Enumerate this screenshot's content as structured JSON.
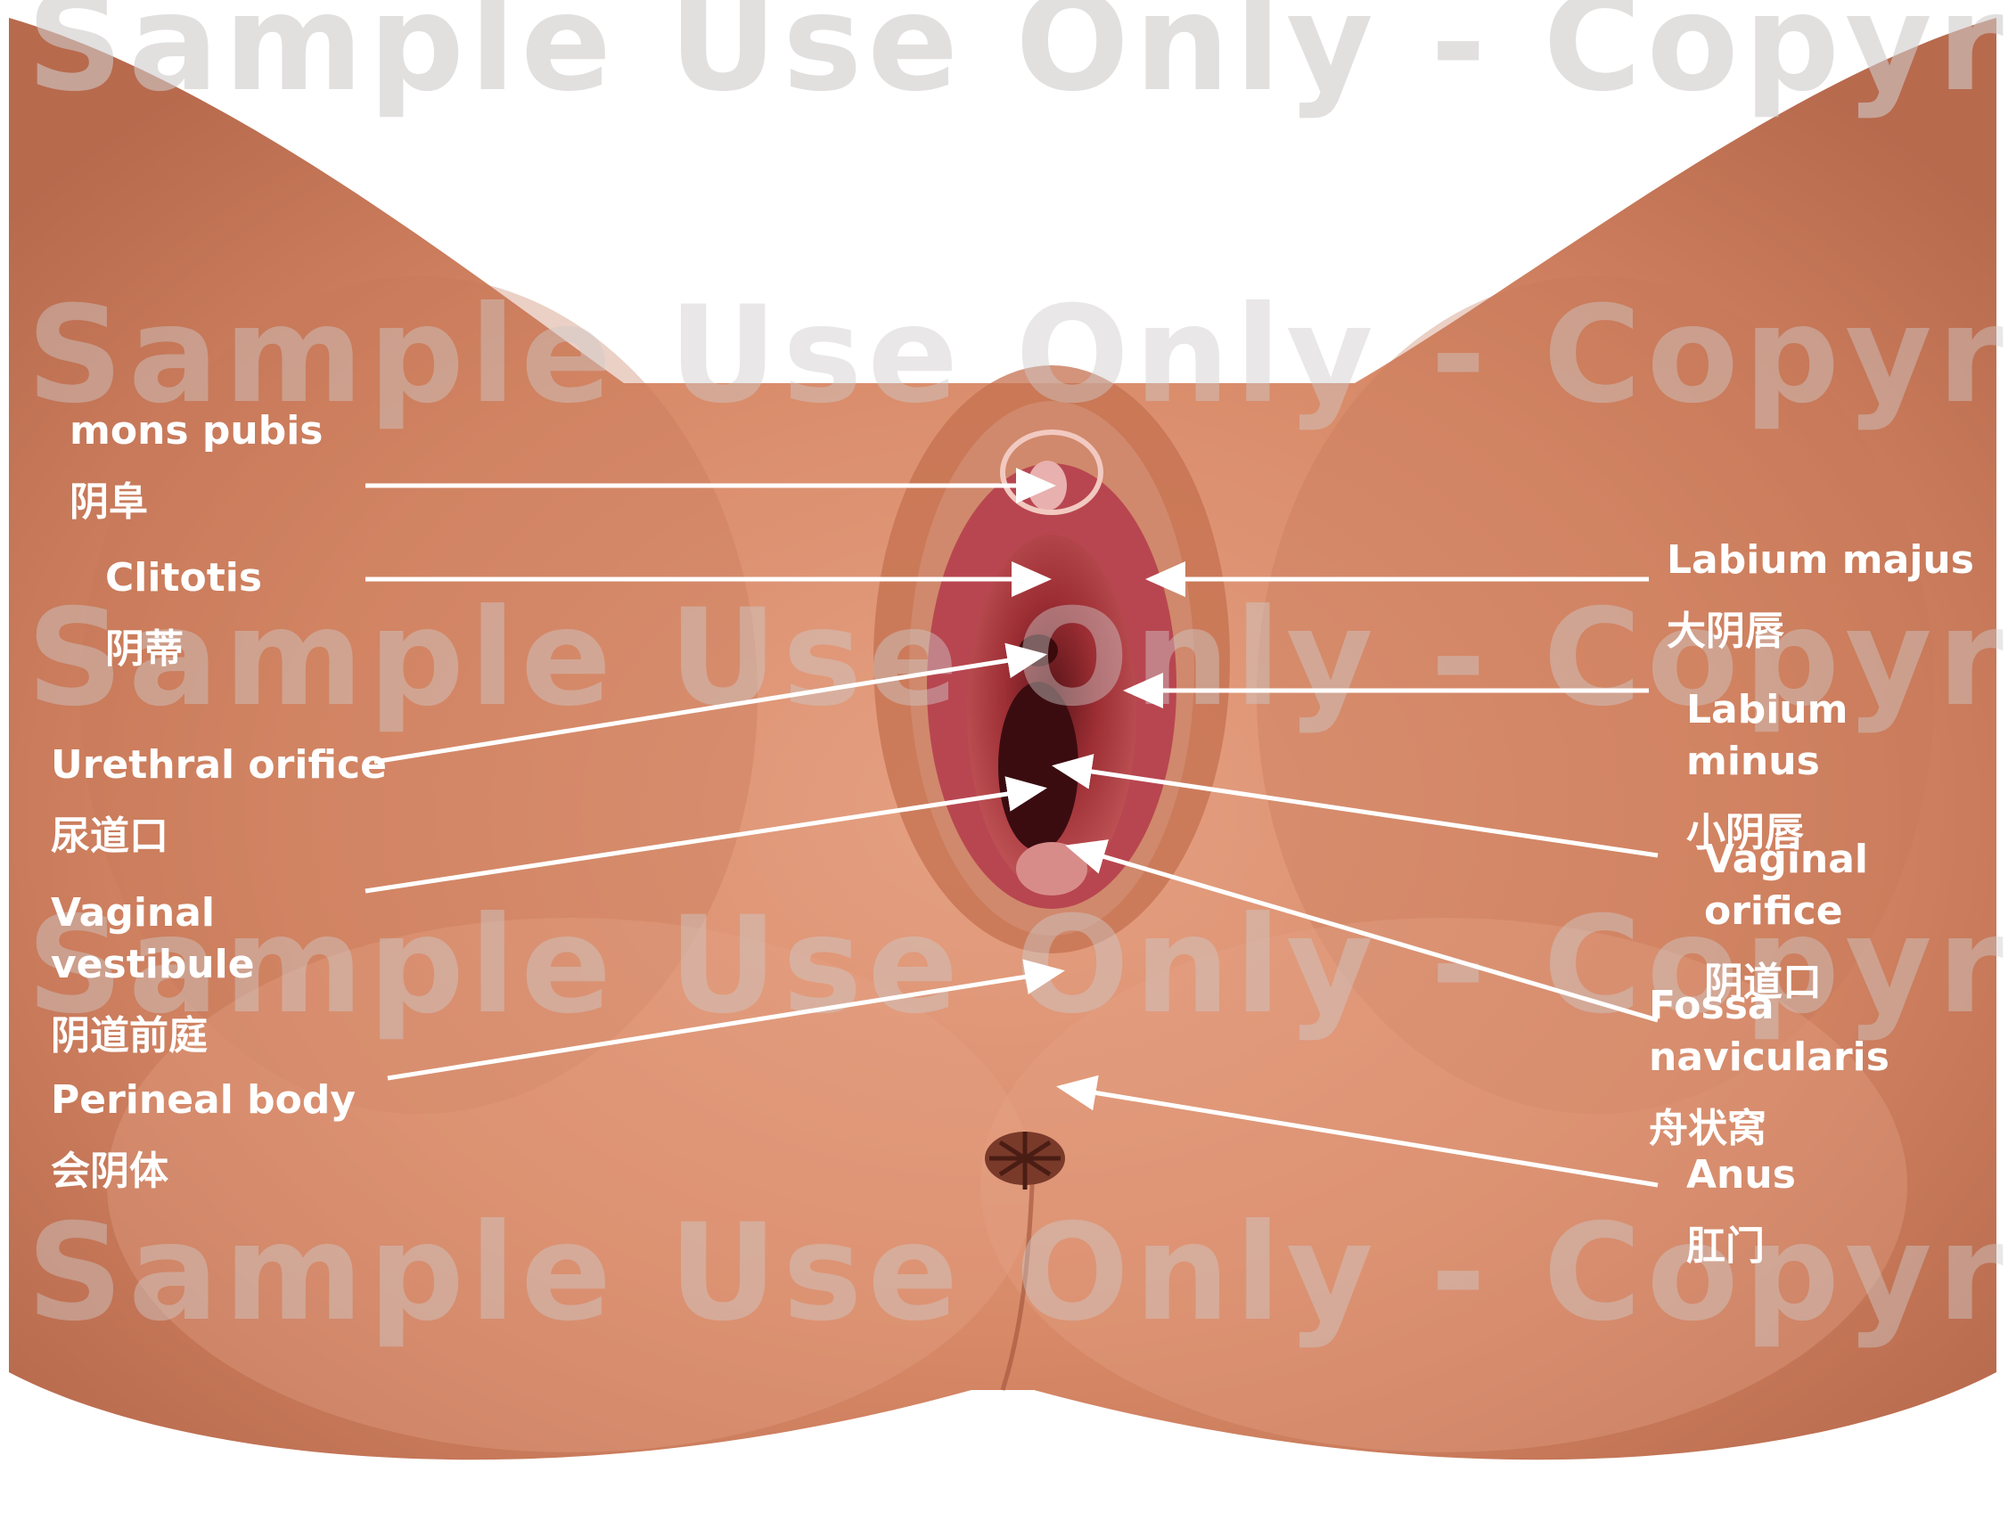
{
  "watermark": "Sample Use Only - Copyright",
  "labels": {
    "mons_pubis": {
      "en": "mons pubis",
      "zh": "阴阜"
    },
    "clitoris": {
      "en": "Clitotis",
      "zh": "阴蒂"
    },
    "urethral_orifice": {
      "en": "Urethral orifice",
      "zh": "尿道口"
    },
    "vaginal_vestibule": {
      "en": "Vaginal vestibule",
      "zh": "阴道前庭"
    },
    "perineal_body": {
      "en": "Perineal body",
      "zh": "会阴体"
    },
    "labium_majus": {
      "en": "Labium majus",
      "zh": "大阴唇"
    },
    "labium_minus": {
      "en": "Labium minus",
      "zh": "小阴唇"
    },
    "vaginal_orifice": {
      "en": "Vaginal orifice",
      "zh": "阴道口"
    },
    "fossa_navicularis": {
      "en": "Fossa navicularis",
      "zh": "舟状窝"
    },
    "anus": {
      "en": "Anus",
      "zh": "肛门"
    }
  },
  "colors": {
    "skin": "#d88a68",
    "skin_dark": "#b5634a",
    "tissue": "#a8333b",
    "label_text": "#ffffff",
    "arrow": "#ffffff"
  }
}
